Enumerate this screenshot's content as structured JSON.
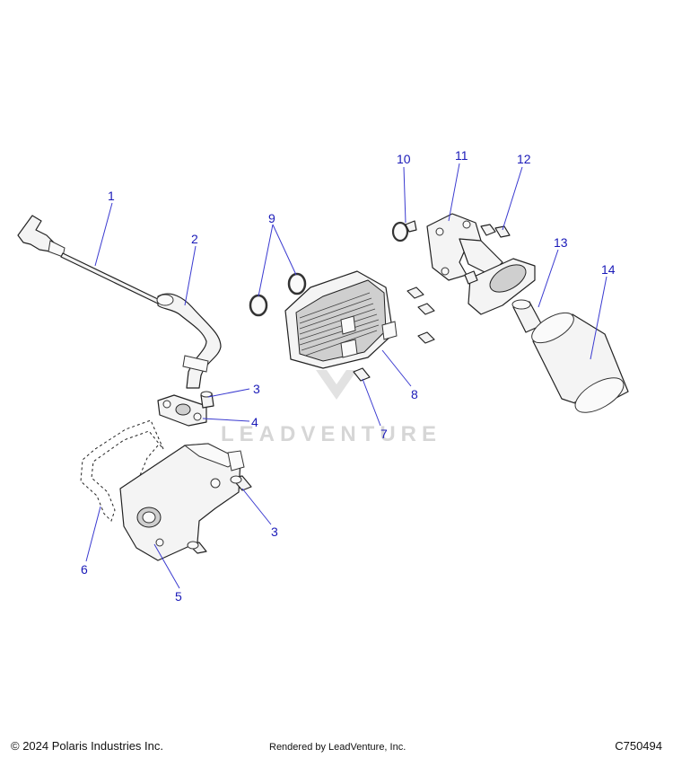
{
  "diagram": {
    "callouts": [
      "1",
      "2",
      "3",
      "4",
      "5",
      "6",
      "7",
      "8",
      "9",
      "10",
      "11",
      "12",
      "13",
      "14",
      "3"
    ]
  },
  "watermark": {
    "text": "LEADVENTURE"
  },
  "footer": {
    "copyright": "© 2024 Polaris Industries Inc.",
    "rendered_by": "Rendered by LeadVenture, Inc.",
    "ref_code": "C750494"
  },
  "colors": {
    "callout": "#1a1ab8",
    "line": "#222222"
  }
}
